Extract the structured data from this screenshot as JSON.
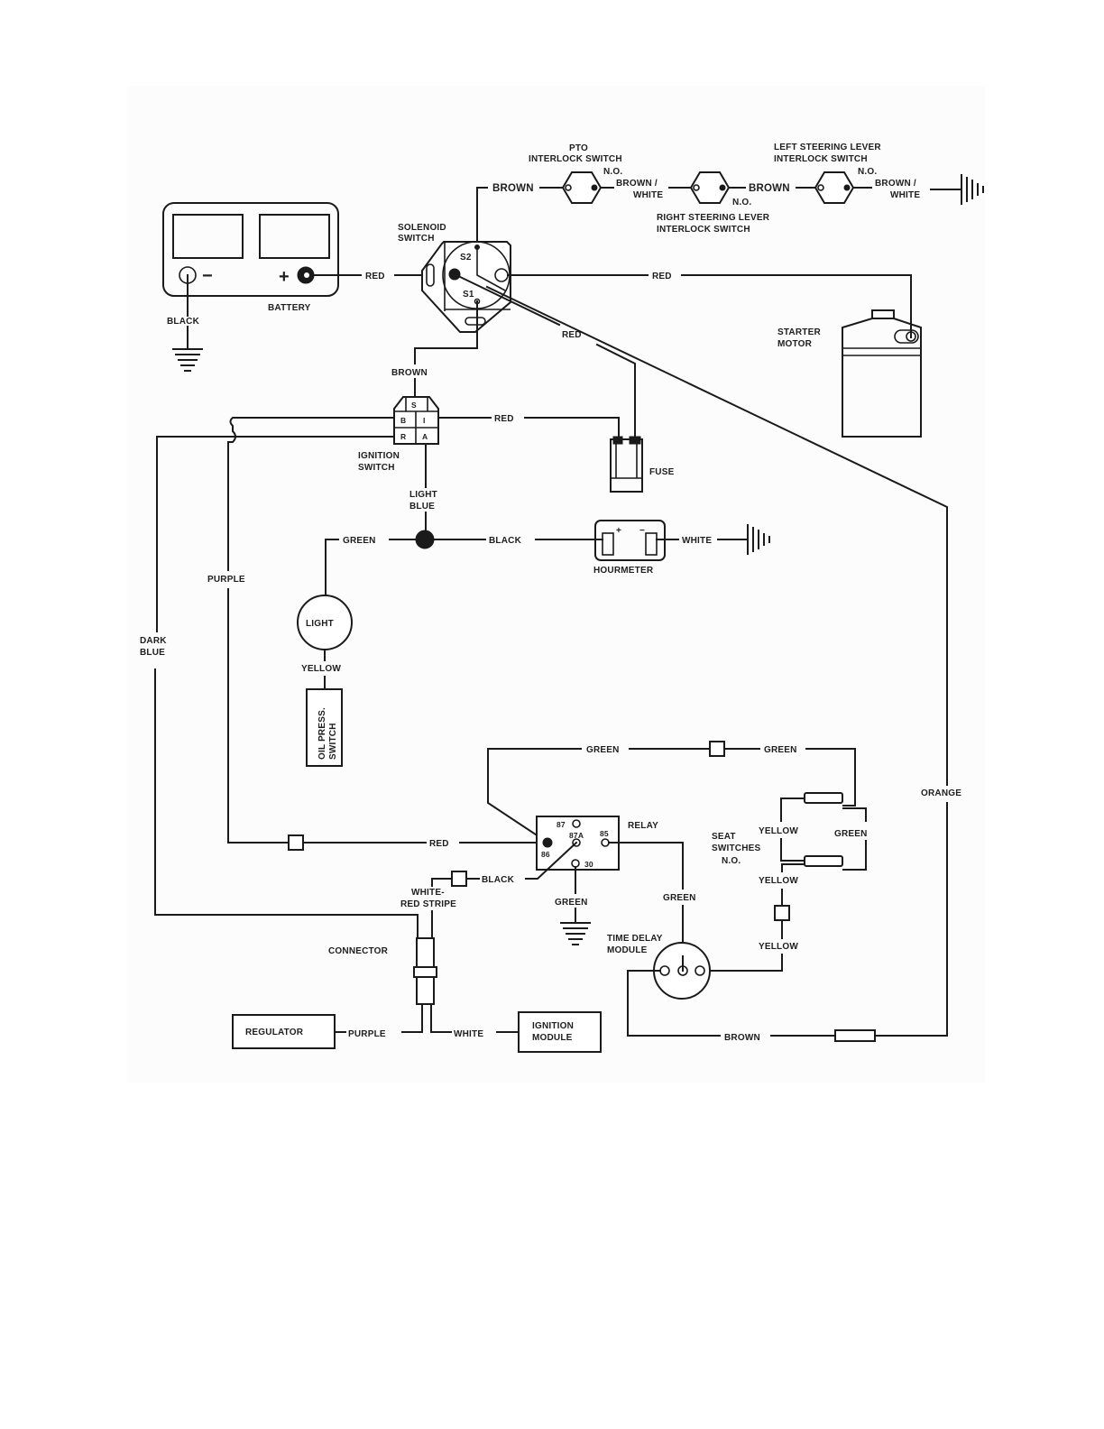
{
  "diagram": {
    "type": "wiring-schematic",
    "components": {
      "battery": {
        "label": "BATTERY",
        "neg_symbol": "−",
        "pos_symbol": "+"
      },
      "solenoid": {
        "label_line1": "SOLENOID",
        "label_line2": "SWITCH",
        "s1": "S1",
        "s2": "S2"
      },
      "pto_switch": {
        "label_line1": "PTO",
        "label_line2": "INTERLOCK SWITCH",
        "state": "N.O."
      },
      "right_steering_switch": {
        "label_line1": "RIGHT STEERING LEVER",
        "label_line2": "INTERLOCK SWITCH",
        "state": "N.O."
      },
      "left_steering_switch": {
        "label_line1": "LEFT STEERING LEVER",
        "label_line2": "INTERLOCK SWITCH",
        "state": "N.O."
      },
      "starter_motor": {
        "label_line1": "STARTER",
        "label_line2": "MOTOR"
      },
      "ignition_switch": {
        "label_line1": "IGNITION",
        "label_line2": "SWITCH",
        "terminals": {
          "s": "S",
          "b": "B",
          "i": "I",
          "r": "R",
          "a": "A"
        }
      },
      "fuse": {
        "label": "FUSE"
      },
      "hourmeter": {
        "label": "HOURMETER",
        "pos": "+",
        "neg": "−"
      },
      "light": {
        "label": "LIGHT"
      },
      "oil_switch": {
        "label_line1": "OIL PRESS.",
        "label_line2": "SWITCH"
      },
      "relay": {
        "label": "RELAY",
        "t87": "87",
        "t87a": "87A",
        "t85": "85",
        "t86": "86",
        "t30": "30"
      },
      "seat_switches": {
        "label_line1": "SEAT",
        "label_line2": "SWITCHES",
        "state": "N.O."
      },
      "time_delay": {
        "label_line1": "TIME DELAY",
        "label_line2": "MODULE"
      },
      "connector": {
        "label": "CONNECTOR"
      },
      "regulator": {
        "label": "REGULATOR"
      },
      "ignition_module": {
        "label_line1": "IGNITION",
        "label_line2": "MODULE"
      }
    },
    "wires": {
      "brown_top": "BROWN",
      "brown_white_1_a": "BROWN /",
      "brown_white_1_b": "WHITE",
      "brown_mid": "BROWN",
      "brown_white_2_a": "BROWN /",
      "brown_white_2_b": "WHITE",
      "black_battery": "BLACK",
      "red_battery": "RED",
      "red_starter": "RED",
      "red_fuse_diag": "RED",
      "brown_ignition": "BROWN",
      "red_ignition_fuse": "RED",
      "light_blue_a": "LIGHT",
      "light_blue_b": "BLUE",
      "green_light": "GREEN",
      "black_hourmeter": "BLACK",
      "white_hourmeter": "WHITE",
      "purple_left": "PURPLE",
      "dark_blue_a": "DARK",
      "dark_blue_b": "BLUE",
      "yellow_light": "YELLOW",
      "green_relay_top_left": "GREEN",
      "green_relay_top_right": "GREEN",
      "orange": "ORANGE",
      "red_relay": "RED",
      "yellow_seat_1": "YELLOW",
      "green_seat": "GREEN",
      "yellow_seat_2": "YELLOW",
      "yellow_seat_3": "YELLOW",
      "black_relay": "BLACK",
      "white_red_stripe_a": "WHITE-",
      "white_red_stripe_b": "RED STRIPE",
      "green_relay_30": "GREEN",
      "green_relay_85": "GREEN",
      "purple_regulator": "PURPLE",
      "white_ignition_module": "WHITE",
      "brown_bottom": "BROWN"
    }
  }
}
